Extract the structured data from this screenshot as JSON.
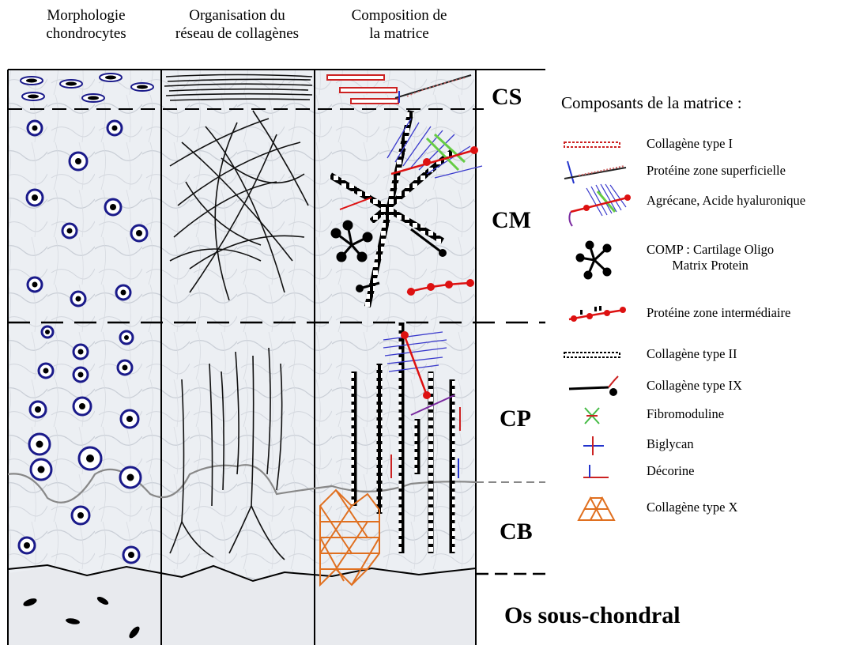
{
  "columns": [
    {
      "title": "Morphologie\nchondrocytes"
    },
    {
      "title": "Organisation du\nréseau de collagènes"
    },
    {
      "title": "Composition de\nla matrice"
    }
  ],
  "zones": {
    "cs": "CS",
    "cm": "CM",
    "cp": "CP",
    "cb": "CB",
    "bone": "Os sous-chondral"
  },
  "legend": {
    "title": "Composants de la matrice :",
    "items": [
      {
        "label": "Collagène type I",
        "icon": "collagen-type-1-icon",
        "color": "#cc2222"
      },
      {
        "label": "Protéine zone superficielle",
        "icon": "superficial-zone-protein-icon",
        "color": "#1a1aaa"
      },
      {
        "label": "Agrécane, Acide hyaluronique",
        "icon": "aggrecan-icon",
        "color": "#2233cc"
      },
      {
        "label": "COMP : Cartilage Oligo\nMatrix Protein",
        "icon": "comp-icon",
        "color": "#000000"
      },
      {
        "label": "Protéine zone intermédiaire",
        "icon": "intermediate-zone-protein-icon",
        "color": "#dd1111"
      },
      {
        "label": "Collagène type II",
        "icon": "collagen-type-2-icon",
        "color": "#000000"
      },
      {
        "label": "Collagène type IX",
        "icon": "collagen-type-9-icon",
        "color": "#000000"
      },
      {
        "label": "Fibromoduline",
        "icon": "fibromodulin-icon",
        "color": "#44bb44"
      },
      {
        "label": "Biglycan",
        "icon": "biglycan-icon",
        "color": "#2233cc"
      },
      {
        "label": "Décorine",
        "icon": "decorin-icon",
        "color": "#cc2222"
      },
      {
        "label": "Collagène type X",
        "icon": "collagen-type-10-icon",
        "color": "#e07020"
      }
    ]
  },
  "colors": {
    "cell_ring": "#1a1a8a",
    "collagen_x": "#e07020",
    "aggrecan_core": "#dd1111",
    "aggrecan_bristle": "#3a3acc",
    "hyaluronic": "#66cc44"
  }
}
